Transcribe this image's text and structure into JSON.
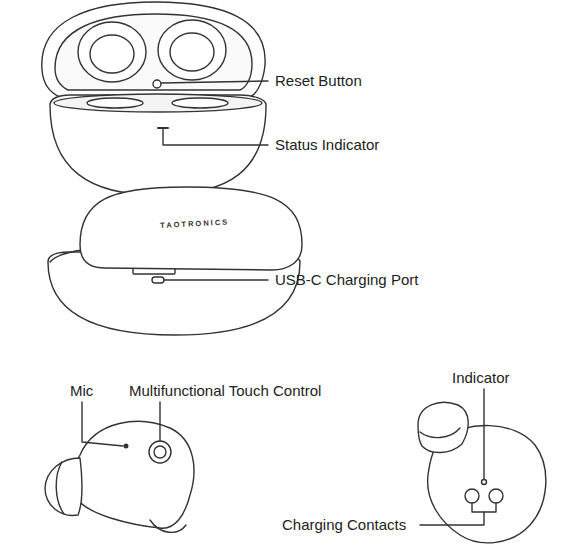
{
  "diagram": {
    "labels": [
      "Reset Button",
      "Status Indicator",
      "TAOTRONICS",
      "USB-C Charging Port",
      "Mic",
      "Multifunctional Touch Control",
      "Indicator",
      "Charging Contacts"
    ]
  }
}
